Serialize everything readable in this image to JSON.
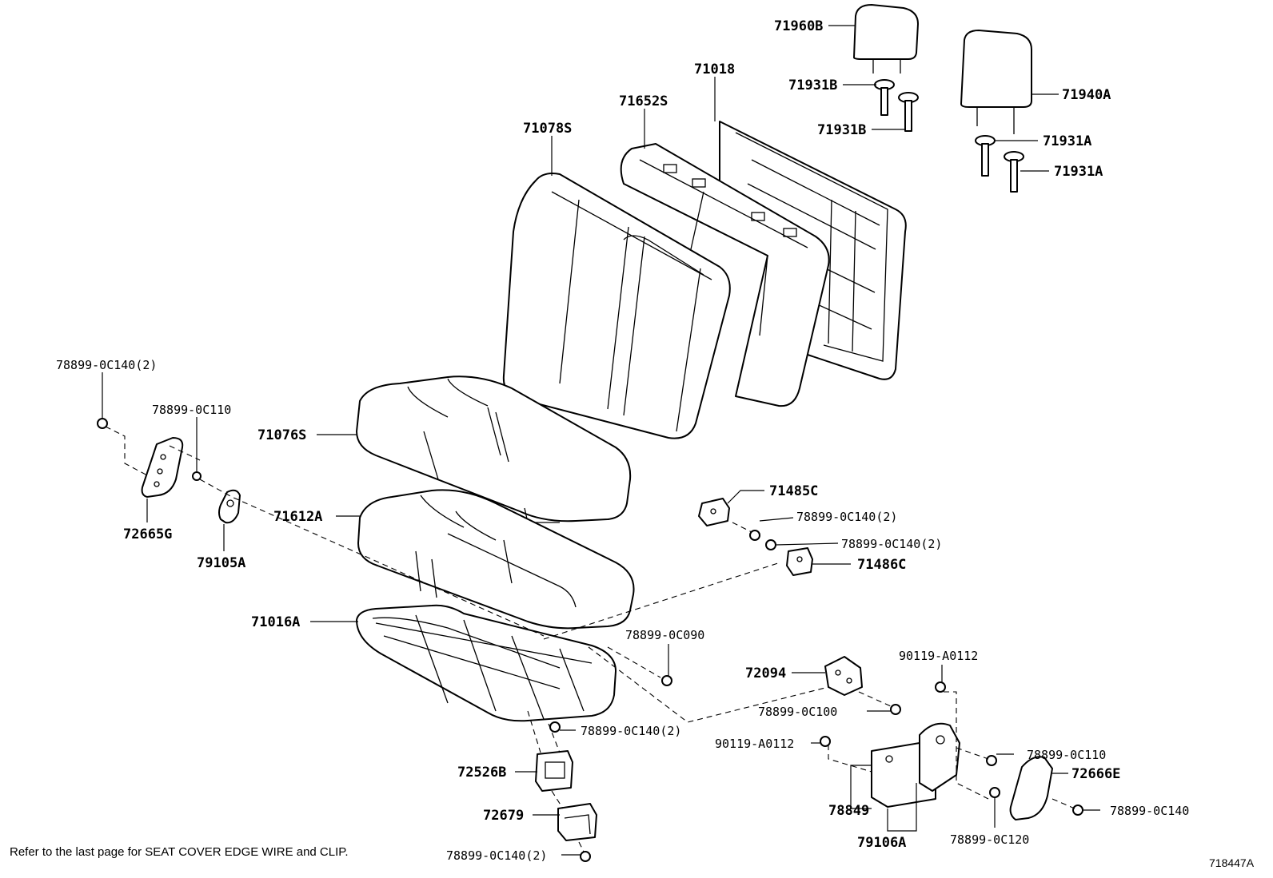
{
  "labels": {
    "p71960B": "71960B",
    "p71931B_1": "71931B",
    "p71931B_2": "71931B",
    "p71940A": "71940A",
    "p71931A_1": "71931A",
    "p71931A_2": "71931A",
    "p71018": "71018",
    "p71652S": "71652S",
    "p71078S": "71078S",
    "p71076S": "71076S",
    "p71612A": "71612A",
    "p71016A": "71016A",
    "p78899_0C140_2_top": "78899-0C140(2)",
    "p78899_0C110_left": "78899-0C110",
    "p72665G": "72665G",
    "p79105A": "79105A",
    "p71485C": "71485C",
    "p78899_0C140_2_a": "78899-0C140(2)",
    "p78899_0C140_2_b": "78899-0C140(2)",
    "p71486C": "71486C",
    "p78899_0C090": "78899-0C090",
    "p72094": "72094",
    "p90119_A0112_a": "90119-A0112",
    "p78899_0C100": "78899-0C100",
    "p90119_A0112_b": "90119-A0112",
    "p78899_0C140_2_c": "78899-0C140(2)",
    "p72526B": "72526B",
    "p72679": "72679",
    "p78899_0C140_2_d": "78899-0C140(2)",
    "p78899_0C110_right": "78899-0C110",
    "p72666E": "72666E",
    "p78849": "78849",
    "p78899_0C140_right": "78899-0C140",
    "p79106A": "79106A",
    "p78899_0C120": "78899-0C120"
  },
  "footer": {
    "note": "Refer to the last page for SEAT COVER EDGE WIRE and CLIP.",
    "diagram_id": "718447A"
  }
}
